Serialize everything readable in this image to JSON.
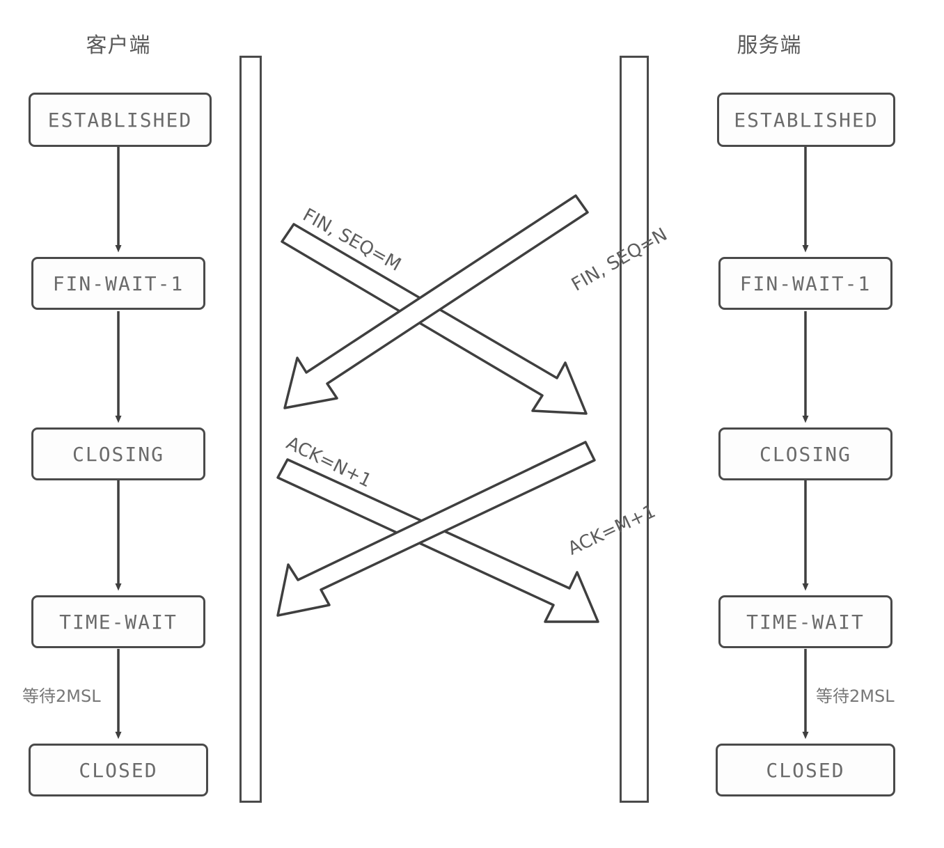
{
  "diagram": {
    "title_client": "客户端",
    "title_server": "服务端",
    "accent_stroke": "#4a4a4a",
    "text_color": "#6b6b6b",
    "background": "#ffffff"
  },
  "client": {
    "header": "客户端",
    "states": [
      {
        "label": "ESTABLISHED"
      },
      {
        "label": "FIN-WAIT-1"
      },
      {
        "label": "CLOSING"
      },
      {
        "label": "TIME-WAIT"
      },
      {
        "label": "CLOSED"
      }
    ],
    "wait_label": "等待2MSL"
  },
  "server": {
    "header": "服务端",
    "states": [
      {
        "label": "ESTABLISHED"
      },
      {
        "label": "FIN-WAIT-1"
      },
      {
        "label": "CLOSING"
      },
      {
        "label": "TIME-WAIT"
      },
      {
        "label": "CLOSED"
      }
    ],
    "wait_label": "等待2MSL"
  },
  "messages": [
    {
      "id": "fin-seq-m",
      "label": "FIN, SEQ=M",
      "direction": "client-to-server-visual-left"
    },
    {
      "id": "fin-seq-n",
      "label": "FIN, SEQ=N",
      "direction": "server-to-client-visual-right"
    },
    {
      "id": "ack-n-plus-1",
      "label": "ACK=N+1",
      "direction": "client-to-server-visual-left"
    },
    {
      "id": "ack-m-plus-1",
      "label": "ACK=M+1",
      "direction": "server-to-client-visual-right"
    }
  ]
}
